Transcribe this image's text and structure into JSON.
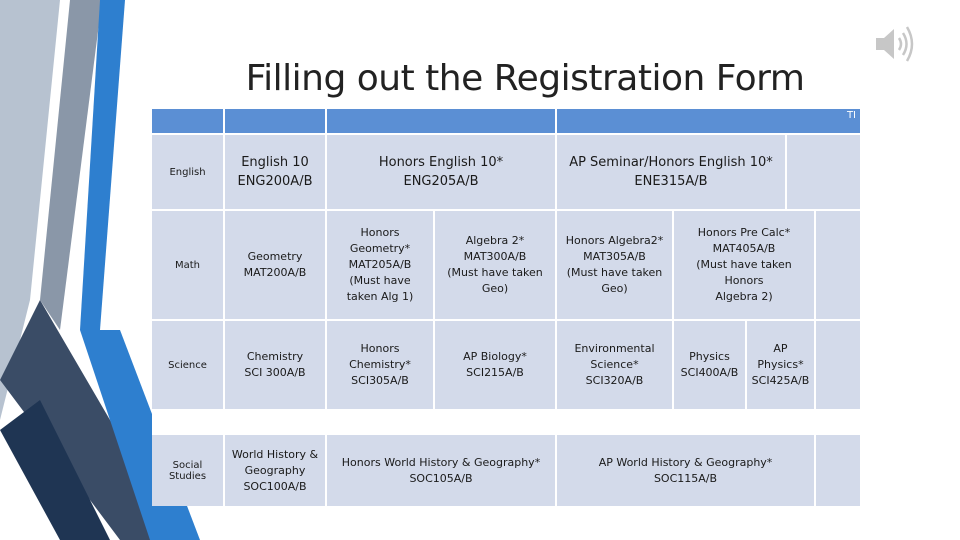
{
  "slide": {
    "title": "Filling out the Registration Form",
    "speaker_icon": "speaker-audio-icon"
  },
  "table": {
    "header_note": "TI",
    "rows": [
      {
        "subject": "English",
        "cells": [
          [
            "English 10",
            "ENG200A/B"
          ],
          [
            "Honors English 10*",
            "ENG205A/B"
          ],
          [
            "AP Seminar/Honors English 10*",
            "ENE315A/B"
          ]
        ]
      },
      {
        "subject": "Math",
        "cells": [
          [
            "Geometry",
            "MAT200A/B"
          ],
          [
            "Honors Geometry*",
            "MAT205A/B",
            "(Must have",
            "taken Alg 1)"
          ],
          [
            "Algebra 2*",
            "MAT300A/B",
            "(Must have taken Geo)"
          ],
          [
            "Honors Algebra2*",
            "MAT305A/B",
            "(Must have taken",
            "Geo)"
          ],
          [
            "Honors Pre Calc*",
            "MAT405A/B",
            "(Must have taken Honors",
            "Algebra 2)"
          ]
        ]
      },
      {
        "subject": "Science",
        "cells": [
          [
            "Chemistry",
            "SCI 300A/B"
          ],
          [
            "Honors Chemistry*",
            "SCI305A/B"
          ],
          [
            "AP Biology*",
            "SCI215A/B"
          ],
          [
            "Environmental",
            "Science*",
            "SCI320A/B"
          ],
          [
            "Physics",
            "SCI400A/B"
          ],
          [
            "AP Physics*",
            "SCI425A/B"
          ]
        ]
      },
      {
        "subject_lines": [
          "Social",
          "Studies"
        ],
        "cells": [
          [
            "World History &",
            "Geography",
            "SOC100A/B"
          ],
          [
            "Honors World History & Geography*",
            "SOC105A/B"
          ],
          [
            "AP World History & Geography*",
            "SOC115A/B"
          ]
        ]
      }
    ]
  },
  "colors": {
    "header_blue": "#5b8fd4",
    "cell_fill": "#d3daea",
    "stripe_dark": "#2f4a6e",
    "stripe_blue": "#2e7fcf",
    "stripe_gray": "#a9b5c4"
  }
}
